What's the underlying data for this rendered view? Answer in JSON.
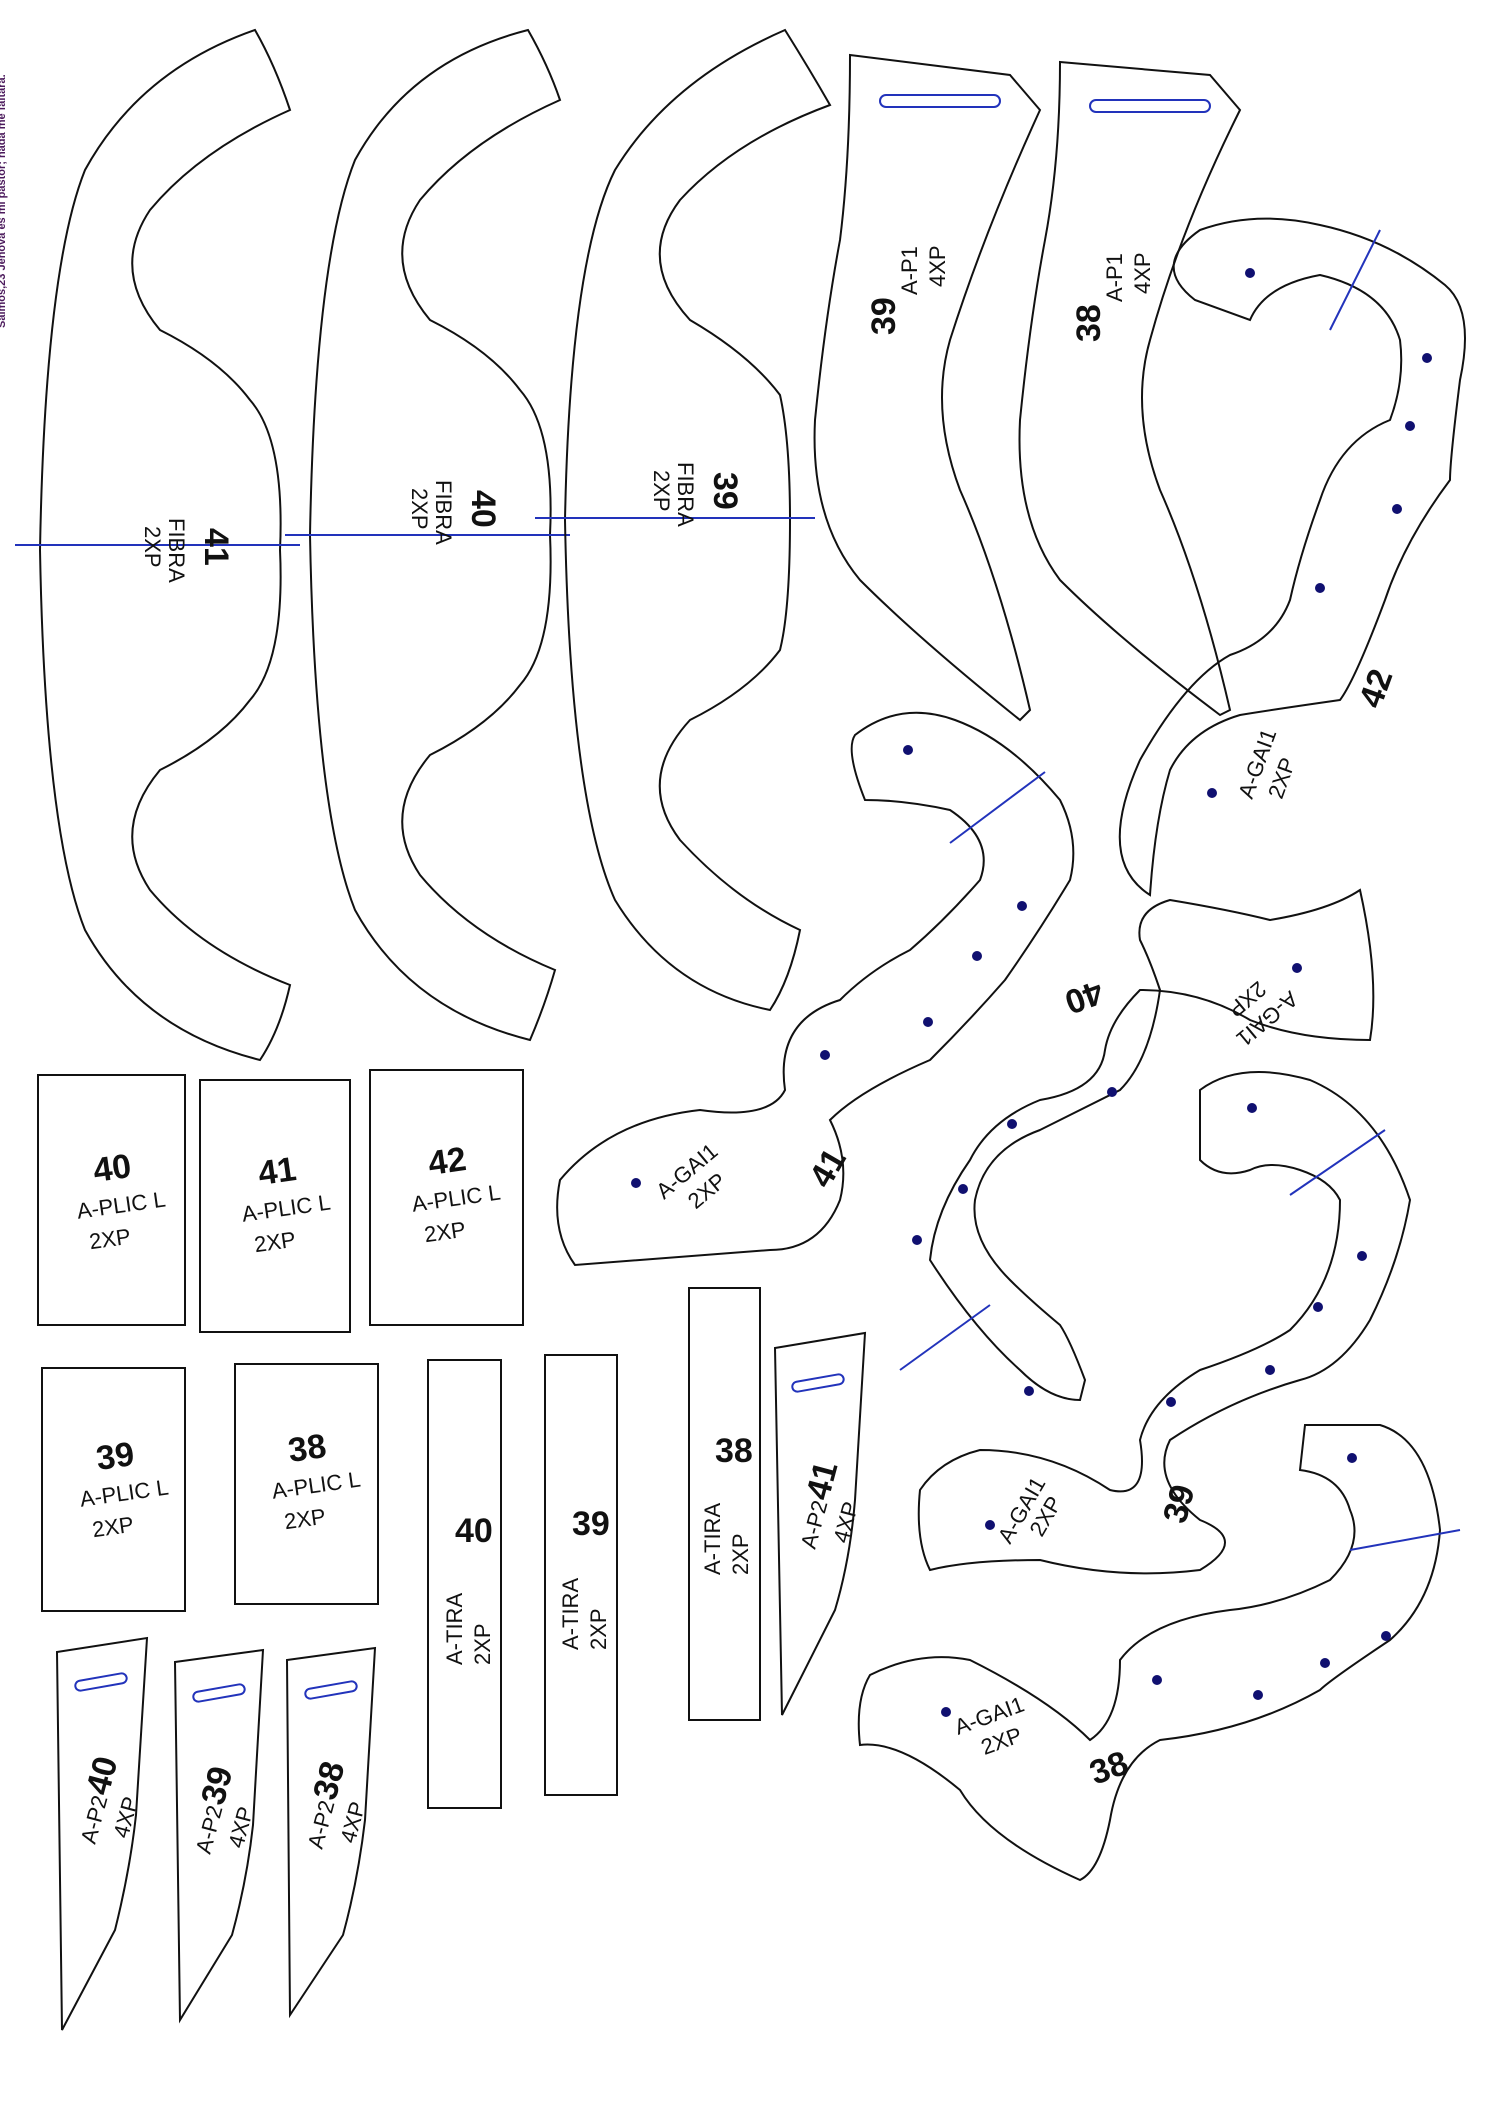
{
  "sheet": {
    "verse": "Salmos,23 Jehová es mi pastor; nada me faltará.",
    "colors": {
      "outline": "#111111",
      "guide": "#2233bb",
      "dot": "#101070",
      "verse": "#4b1a5c"
    }
  },
  "fibra": [
    {
      "size": "41",
      "code": "FIBRA",
      "qty": "2XP"
    },
    {
      "size": "40",
      "code": "FIBRA",
      "qty": "2XP"
    },
    {
      "size": "39",
      "code": "FIBRA",
      "qty": "2XP"
    }
  ],
  "p1": [
    {
      "size": "39",
      "code": "A-P1",
      "qty": "4XP"
    },
    {
      "size": "38",
      "code": "A-P1",
      "qty": "4XP"
    }
  ],
  "gai": [
    {
      "size": "42",
      "code": "A-GAI1",
      "qty": "2XP"
    },
    {
      "size": "41",
      "code": "A-GAI1",
      "qty": "2XP"
    },
    {
      "size": "40",
      "code": "A-GAI1",
      "qty": "2XP"
    },
    {
      "size": "39",
      "code": "A-GAI1",
      "qty": "2XP"
    },
    {
      "size": "38",
      "code": "A-GAI1",
      "qty": "2XP"
    }
  ],
  "plic": [
    {
      "size": "40",
      "code": "A-PLIC L",
      "qty": "2XP"
    },
    {
      "size": "41",
      "code": "A-PLIC L",
      "qty": "2XP"
    },
    {
      "size": "42",
      "code": "A-PLIC L",
      "qty": "2XP"
    },
    {
      "size": "39",
      "code": "A-PLIC L",
      "qty": "2XP"
    },
    {
      "size": "38",
      "code": "A-PLIC L",
      "qty": "2XP"
    }
  ],
  "tira": [
    {
      "size": "40",
      "code": "A-TIRA",
      "qty": "2XP"
    },
    {
      "size": "39",
      "code": "A-TIRA",
      "qty": "2XP"
    },
    {
      "size": "38",
      "code": "A-TIRA",
      "qty": "2XP"
    }
  ],
  "p2": [
    {
      "size": "41",
      "code": "A-P2",
      "qty": "4XP"
    },
    {
      "size": "40",
      "code": "A-P2",
      "qty": "4XP"
    },
    {
      "size": "39",
      "code": "A-P2",
      "qty": "4XP"
    },
    {
      "size": "38",
      "code": "A-P2",
      "qty": "4XP"
    }
  ]
}
